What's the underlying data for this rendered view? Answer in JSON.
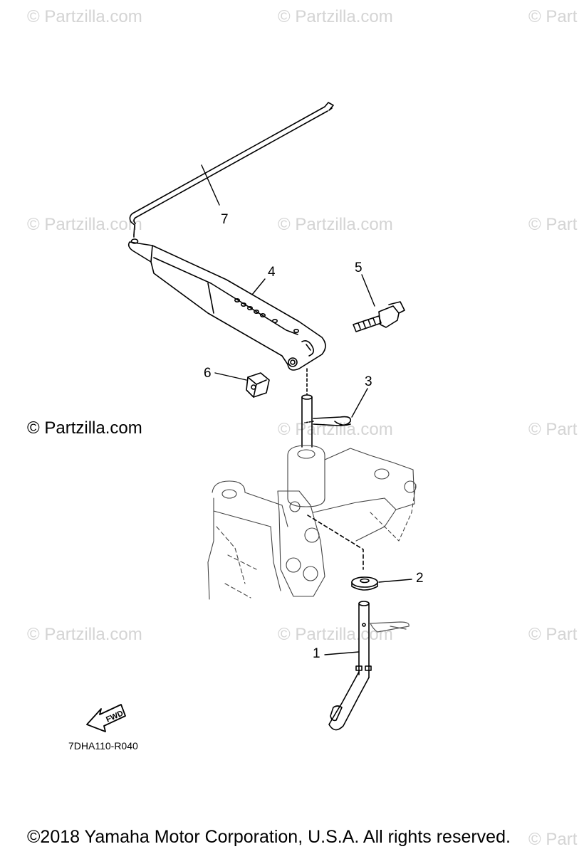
{
  "watermark_text": "© Partzilla.com",
  "watermark_partial": "© Part",
  "brand_label": "© Partzilla.com",
  "diagram_code": "7DHA110-R040",
  "fwd_label": "FWD",
  "copyright": "©2018 Yamaha Motor Corporation, U.S.A. All rights reserved.",
  "callouts": {
    "c1": "1",
    "c2": "2",
    "c3": "3",
    "c4": "4",
    "c5": "5",
    "c6": "6",
    "c7": "7"
  }
}
